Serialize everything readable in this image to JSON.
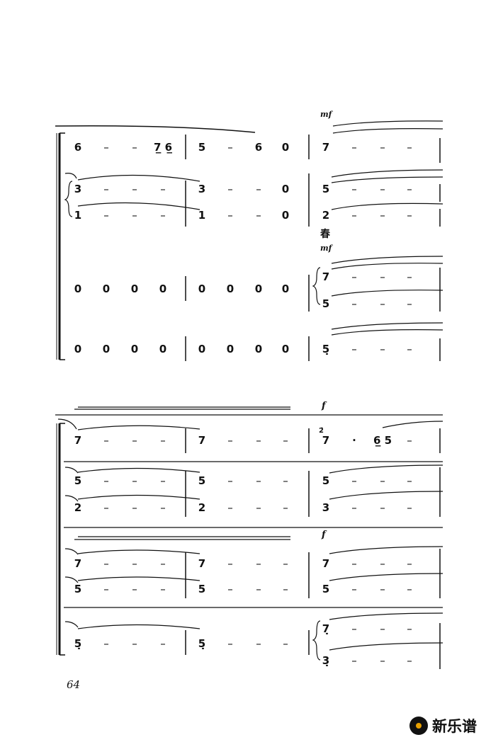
{
  "dynamics": {
    "mf": "mf",
    "f": "f"
  },
  "lyric": "春",
  "grace_note": "2̇",
  "page_number": "64",
  "watermark": "新乐谱",
  "systems": [
    {
      "rows": [
        {
          "measures": [
            [
              "6",
              "–",
              "–",
              "7̲ 6̲"
            ],
            [
              "5",
              "–",
              "6",
              "0"
            ],
            [
              "7",
              "–",
              "–",
              "–"
            ]
          ]
        },
        {
          "measures": [
            [
              "3",
              "–",
              "–",
              "–"
            ],
            [
              "3",
              "–",
              "–",
              "0"
            ],
            [
              "5",
              "–",
              "–",
              "–"
            ]
          ]
        },
        {
          "measures": [
            [
              "1",
              "–",
              "–",
              "–"
            ],
            [
              "1",
              "–",
              "–",
              "0"
            ],
            [
              "2",
              "–",
              "–",
              "–"
            ]
          ]
        },
        {
          "measures": [
            [
              "0",
              "0",
              "0",
              "0"
            ],
            [
              "0",
              "0",
              "0",
              "0"
            ],
            []
          ]
        },
        {
          "measures": [
            [],
            [],
            [
              "7",
              "–",
              "–",
              "–"
            ]
          ]
        },
        {
          "measures": [
            [],
            [],
            [
              "5",
              "–",
              "–",
              "–"
            ]
          ]
        },
        {
          "measures": [
            [
              "0",
              "0",
              "0",
              "0"
            ],
            [
              "0",
              "0",
              "0",
              "0"
            ],
            [
              "5̣",
              "–",
              "–",
              "–"
            ]
          ]
        }
      ]
    },
    {
      "rows": [
        {
          "measures": [
            [
              "7",
              "–",
              "–",
              "–"
            ],
            [
              "7",
              "–",
              "–",
              "–"
            ],
            [
              "7",
              "·",
              "6̲ 5",
              "–"
            ]
          ]
        },
        {
          "measures": [
            [
              "5",
              "–",
              "–",
              "–"
            ],
            [
              "5",
              "–",
              "–",
              "–"
            ],
            [
              "5",
              "–",
              "–",
              "–"
            ]
          ]
        },
        {
          "measures": [
            [
              "2",
              "–",
              "–",
              "–"
            ],
            [
              "2",
              "–",
              "–",
              "–"
            ],
            [
              "3",
              "–",
              "–",
              "–"
            ]
          ]
        },
        {
          "measures": [
            [
              "7",
              "–",
              "–",
              "–"
            ],
            [
              "7",
              "–",
              "–",
              "–"
            ],
            [
              "7",
              "–",
              "–",
              "–"
            ]
          ]
        },
        {
          "measures": [
            [
              "5",
              "–",
              "–",
              "–"
            ],
            [
              "5",
              "–",
              "–",
              "–"
            ],
            [
              "5",
              "–",
              "–",
              "–"
            ]
          ]
        },
        {
          "measures": [
            [
              "5̣",
              "–",
              "–",
              "–"
            ],
            [
              "5̣",
              "–",
              "–",
              "–"
            ],
            []
          ]
        },
        {
          "measures": [
            [],
            [],
            [
              "7̣",
              "–",
              "–",
              "–"
            ]
          ]
        },
        {
          "measures": [
            [],
            [],
            [
              "3̣",
              "–",
              "–",
              "–"
            ]
          ]
        }
      ]
    }
  ]
}
